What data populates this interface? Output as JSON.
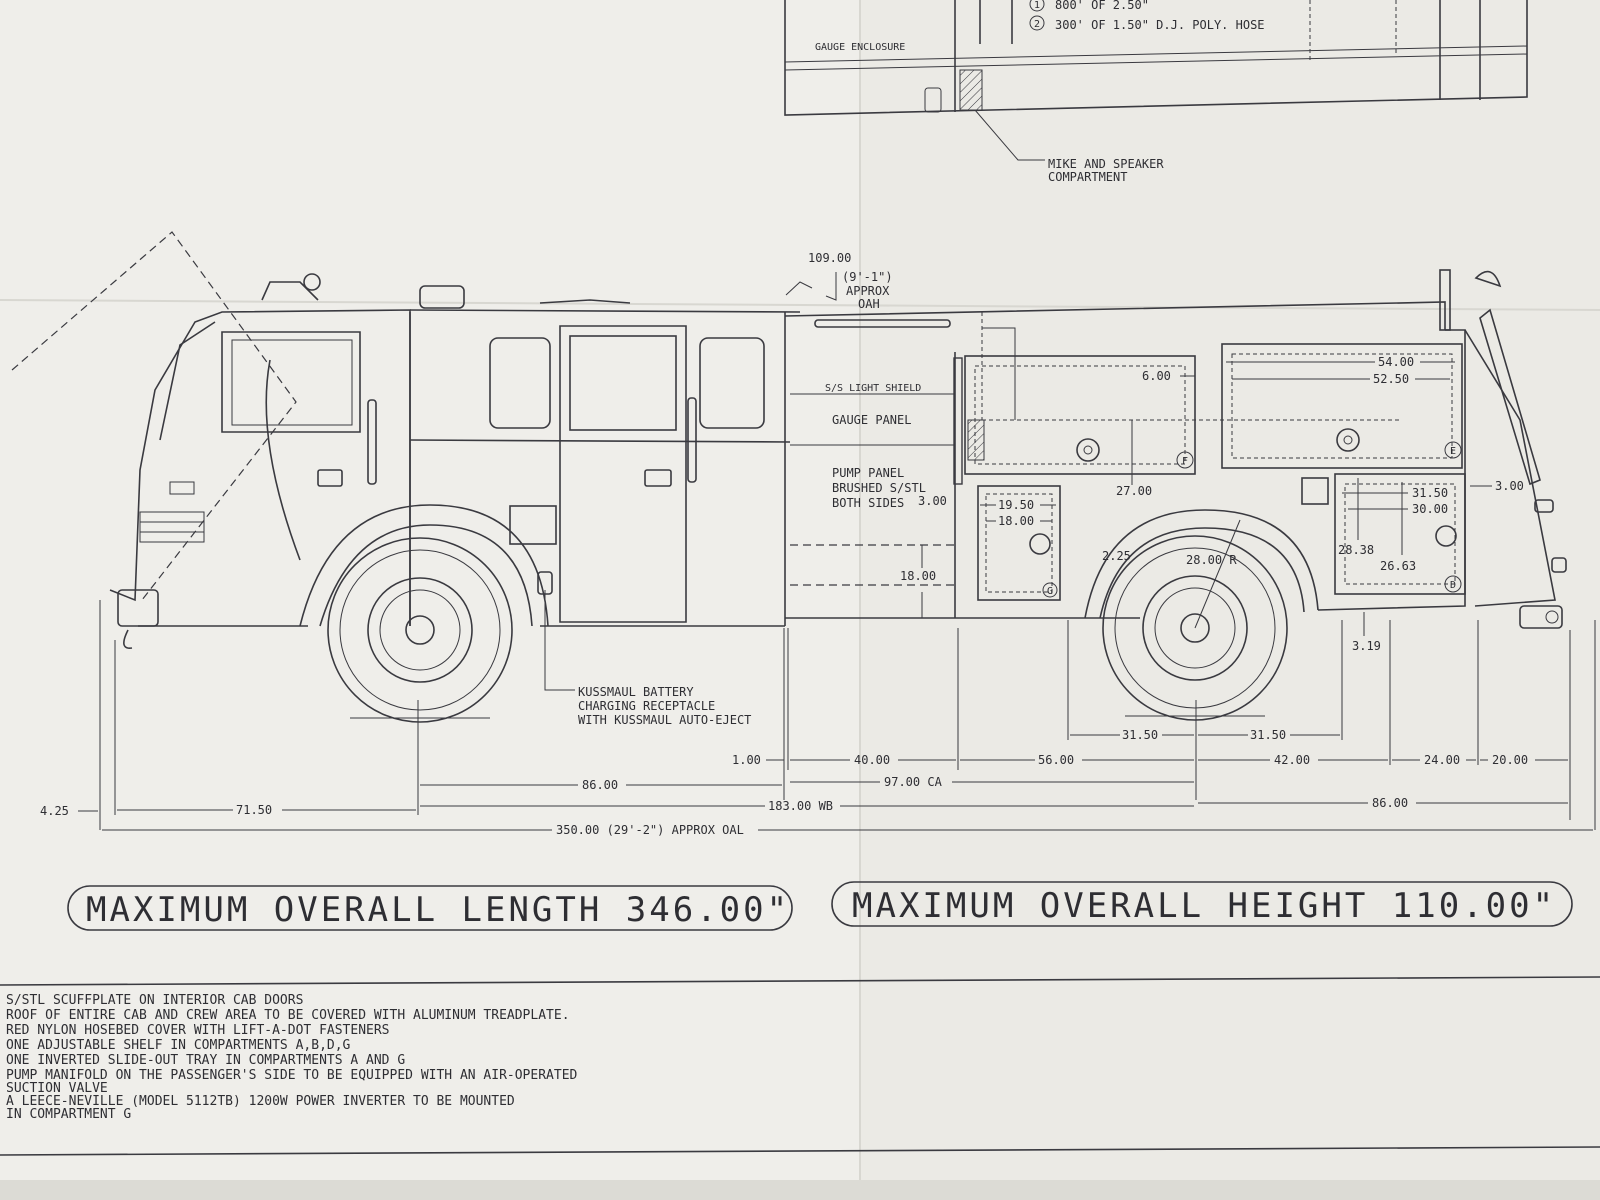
{
  "top_box": {
    "gauge_enclosure": "GAUGE ENCLOSURE",
    "hose_1_num": "1",
    "hose_1": "800' OF 2.50\"",
    "hose_2_num": "2",
    "hose_2": "300' OF 1.50\" D.J. POLY. HOSE",
    "mike_speaker": "MIKE AND SPEAKER",
    "compartment": "COMPARTMENT"
  },
  "labels": {
    "height_value": "109.00",
    "height_ft": "(9'-1\")",
    "approx": "APPROX",
    "oah": "OAH",
    "light_shield": "S/S LIGHT SHIELD",
    "gauge_panel": "GAUGE PANEL",
    "pump_panel_1": "PUMP PANEL",
    "pump_panel_2": "BRUSHED S/STL",
    "pump_panel_3": "BOTH SIDES",
    "battery_1": "KUSSMAUL BATTERY",
    "battery_2": "CHARGING RECEPTACLE",
    "battery_3": "WITH KUSSMAUL AUTO-EJECT",
    "comp_f": "F",
    "comp_e": "E",
    "comp_g": "G",
    "comp_d": "D"
  },
  "dims": {
    "d6": "6.00",
    "d54": "54.00",
    "d52_5": "52.50",
    "d27": "27.00",
    "d3_left": "3.00",
    "d19_5": "19.50",
    "d18_0": "18.00",
    "d18_bottom": "18.00",
    "d2_25": "2.25",
    "d28_r": "28.00 R",
    "d31_5_top": "31.50",
    "d30": "30.00",
    "d3_right": "3.00",
    "d28_38": "28.38",
    "d26_63": "26.63",
    "d3_19": "3.19",
    "d31_5_a": "31.50",
    "d31_5_b": "31.50",
    "d1": "1.00",
    "d40": "40.00",
    "d56": "56.00",
    "d42": "42.00",
    "d24": "24.00",
    "d20": "20.00",
    "d86_a": "86.00",
    "d97_ca": "97.00 CA",
    "d4_25": "4.25",
    "d71_5": "71.50",
    "d183_wb": "183.00 WB",
    "d86_b": "86.00",
    "d350": "350.00 (29'-2\") APPROX OAL"
  },
  "max_length": "MAXIMUM OVERALL LENGTH 346.00\"",
  "max_height": "MAXIMUM OVERALL HEIGHT 110.00\"",
  "notes": [
    "S/STL SCUFFPLATE ON INTERIOR CAB DOORS",
    "ROOF OF ENTIRE CAB AND CREW AREA TO BE COVERED WITH ALUMINUM TREADPLATE.",
    "RED NYLON HOSEBED COVER WITH LIFT-A-DOT FASTENERS",
    "ONE ADJUSTABLE SHELF IN COMPARTMENTS A,B,D,G",
    "ONE INVERTED SLIDE-OUT TRAY IN COMPARTMENTS A AND G",
    "PUMP MANIFOLD ON THE PASSENGER'S SIDE TO BE EQUIPPED WITH AN AIR-OPERATED",
    "SUCTION VALVE",
    "A LEECE-NEVILLE (MODEL 5112TB) 1200W POWER INVERTER TO BE MOUNTED",
    "IN COMPARTMENT G"
  ]
}
